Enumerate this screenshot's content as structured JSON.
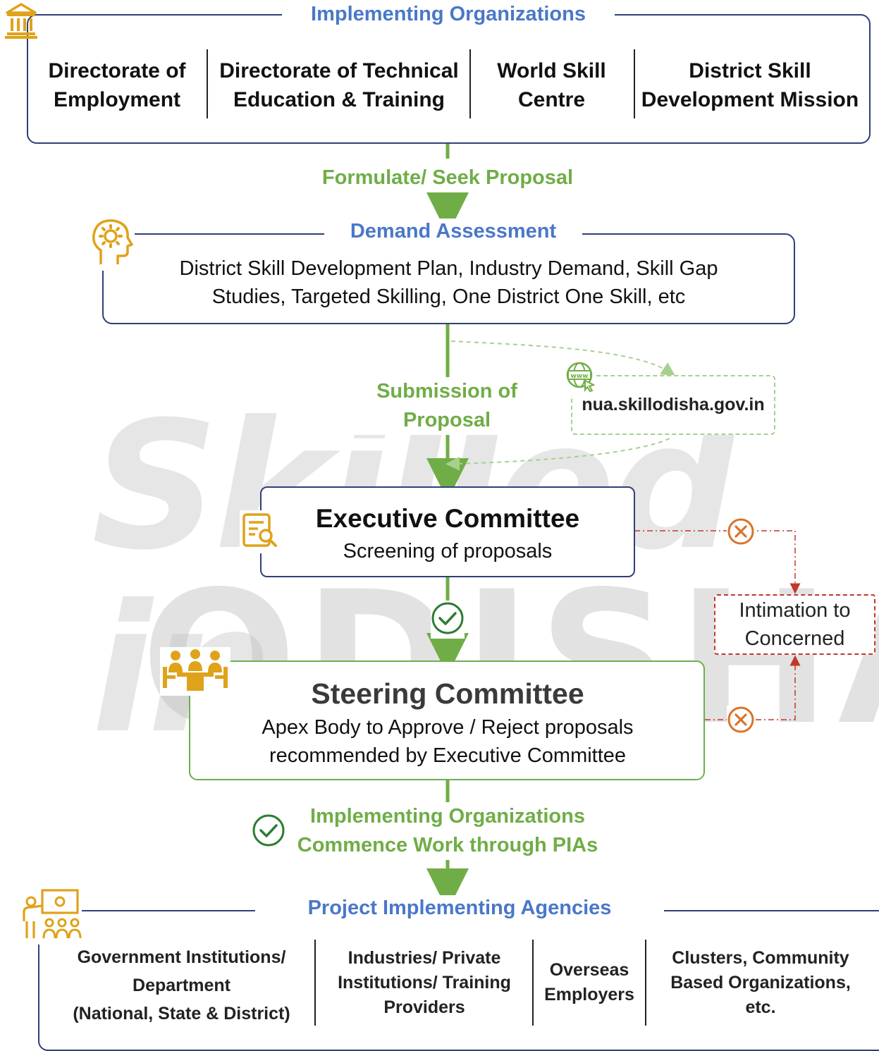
{
  "implementing_orgs": {
    "title": "Implementing Organizations",
    "items": [
      "Directorate of Employment",
      "Directorate of Technical Education & Training",
      "World Skill Centre",
      "District Skill Development Mission"
    ]
  },
  "flow_label_1": "Formulate/ Seek Proposal",
  "demand_assessment": {
    "title": "Demand Assessment",
    "line1": "District Skill Development Plan, Industry Demand, Skill Gap",
    "line2": "Studies, Targeted Skilling, One District One Skill, etc"
  },
  "submission": {
    "line1": "Submission of",
    "line2": "Proposal"
  },
  "portal_url": "nua.skillodisha.gov.in",
  "executive_committee": {
    "title": "Executive Committee",
    "subtitle": "Screening of proposals"
  },
  "intimation": {
    "line1": "Intimation to",
    "line2": "Concerned"
  },
  "steering_committee": {
    "title": "Steering Committee",
    "line1": "Apex Body to Approve / Reject proposals",
    "line2": "recommended by Executive Committee"
  },
  "commence": {
    "line1": "Implementing Organizations",
    "line2": "Commence Work through PIAs"
  },
  "pia": {
    "title": "Project Implementing Agencies",
    "items": [
      {
        "line1": "Government Institutions/",
        "line2": "Department",
        "line3": "(National, State & District)"
      },
      {
        "line1": "Industries/ Private",
        "line2": "Institutions/ Training",
        "line3": "Providers"
      },
      {
        "line1": "Overseas",
        "line2": "Employers"
      },
      {
        "line1": "Clusters, Community",
        "line2": "Based Organizations,",
        "line3": "etc."
      }
    ]
  },
  "watermark": {
    "line1": "Skilled in",
    "line2": "ODISHA"
  },
  "colors": {
    "blue": "#4a78c8",
    "navy": "#2f3f7a",
    "green": "#70ad47",
    "red": "#c0392b",
    "orange": "#d9732a",
    "gold": "#e0a21a"
  },
  "icons": [
    "bank-icon",
    "head-gear-icon",
    "globe-cursor-icon",
    "document-search-icon",
    "meeting-table-icon",
    "check-circle-icon",
    "cross-circle-icon",
    "presentation-team-icon"
  ]
}
